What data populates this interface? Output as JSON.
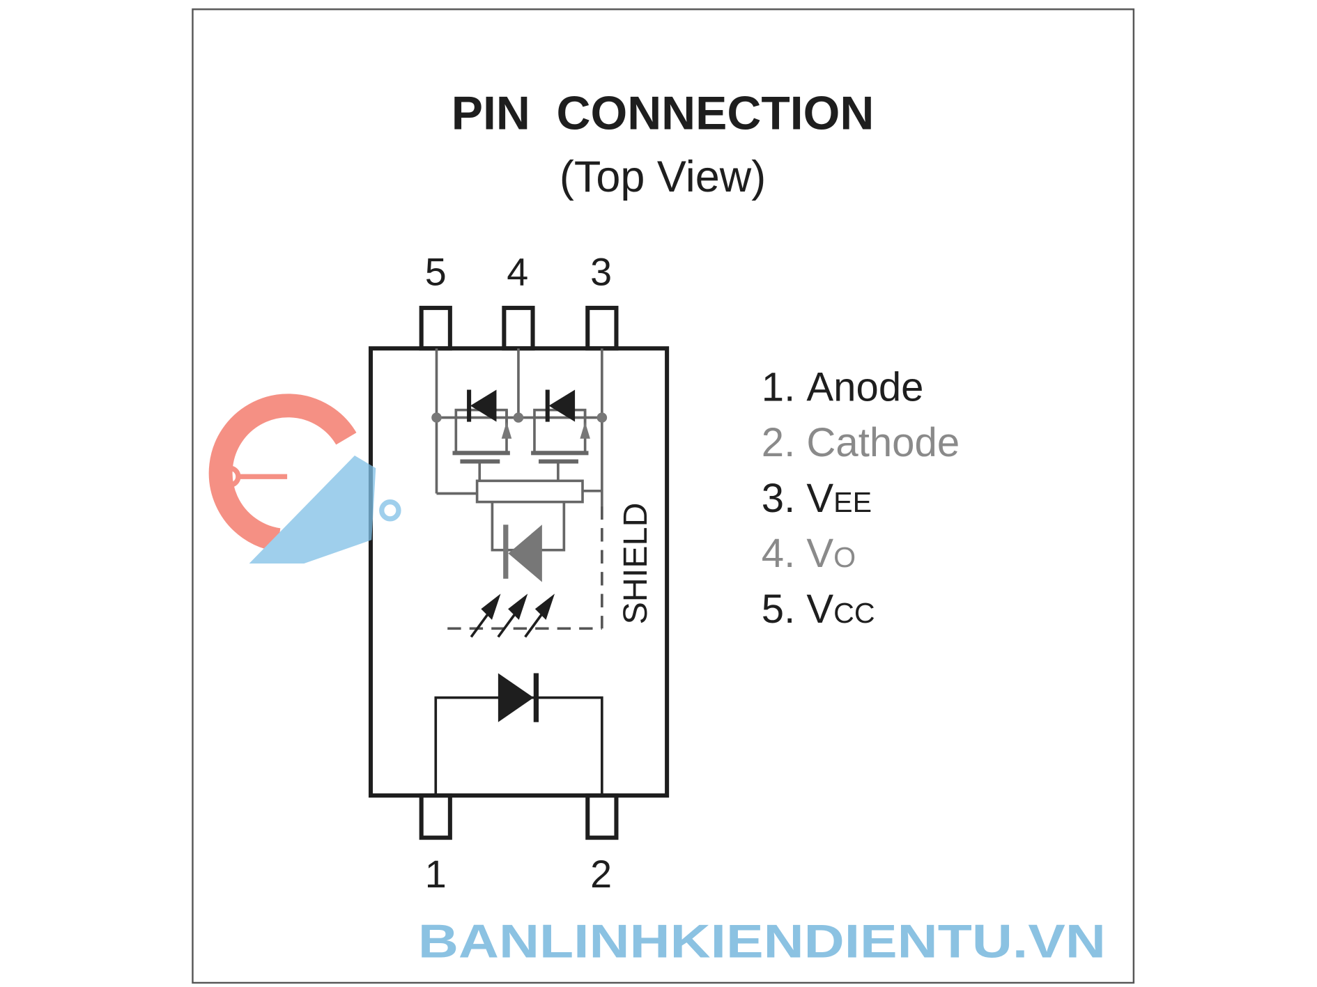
{
  "title": "PIN  CONNECTION",
  "subtitle": "(Top View)",
  "top_pins": [
    "5",
    "4",
    "3"
  ],
  "bottom_pins": [
    "1",
    "2"
  ],
  "shield_label": "SHIELD",
  "pin_list": [
    {
      "num": "1.",
      "name": "Anode",
      "sub": "",
      "color": "#1e1e1e"
    },
    {
      "num": "2.",
      "name": "Cathode",
      "sub": "",
      "color": "#8a8a8a"
    },
    {
      "num": "3.",
      "name": "V",
      "sub": "EE",
      "color": "#1e1e1e"
    },
    {
      "num": "4.",
      "name": "V",
      "sub": "O",
      "color": "#8a8a8a"
    },
    {
      "num": "5.",
      "name": "V",
      "sub": "CC",
      "color": "#1e1e1e"
    }
  ],
  "watermark": "BANLINHKIENDIENTU.VN",
  "colors": {
    "ink": "#1e1e1e",
    "gray": "#7a7a7a",
    "watermark": "#6fb3dc",
    "logo_red": "#f26b5b"
  }
}
